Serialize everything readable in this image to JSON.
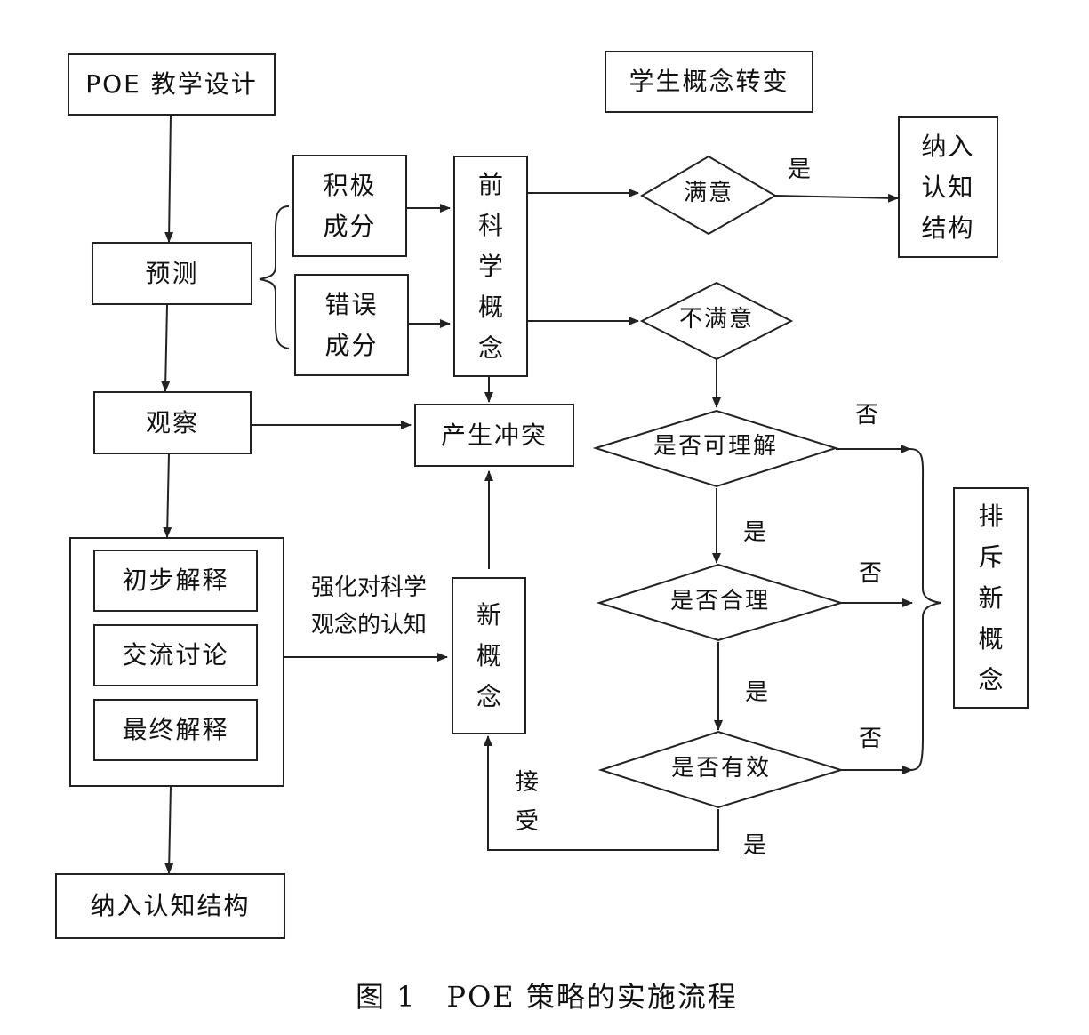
{
  "left_column": {
    "poe_design": "POE 教学设计",
    "predict": "预测",
    "observe": "观察",
    "explain_steps": [
      "初步解释",
      "交流讨论",
      "最终解释"
    ],
    "incorporate": "纳入认知结构"
  },
  "right_header": "学生概念转变",
  "components": {
    "positive_line1": "积极",
    "positive_line2": "成分",
    "error_line1": "错误",
    "error_line2": "成分"
  },
  "preconcept_chars": [
    "前",
    "科",
    "学",
    "概",
    "念"
  ],
  "conflict": "产生冲突",
  "new_concept_chars": [
    "新",
    "概",
    "念"
  ],
  "strengthen_line1": "强化对科学",
  "strengthen_line2": "观念的认知",
  "decisions": {
    "satisfied": "满意",
    "unsatisfied": "不满意",
    "understandable": "是否可理解",
    "reasonable": "是否合理",
    "effective": "是否有效"
  },
  "incorporate_right_chars": [
    "纳入",
    "认知",
    "结构"
  ],
  "reject_chars": [
    "排",
    "斥",
    "新",
    "概",
    "念"
  ],
  "edge_labels": {
    "yes": "是",
    "no": "否",
    "accept_1": "接",
    "accept_2": "受"
  },
  "caption": "图 1　POE 策略的实施流程"
}
